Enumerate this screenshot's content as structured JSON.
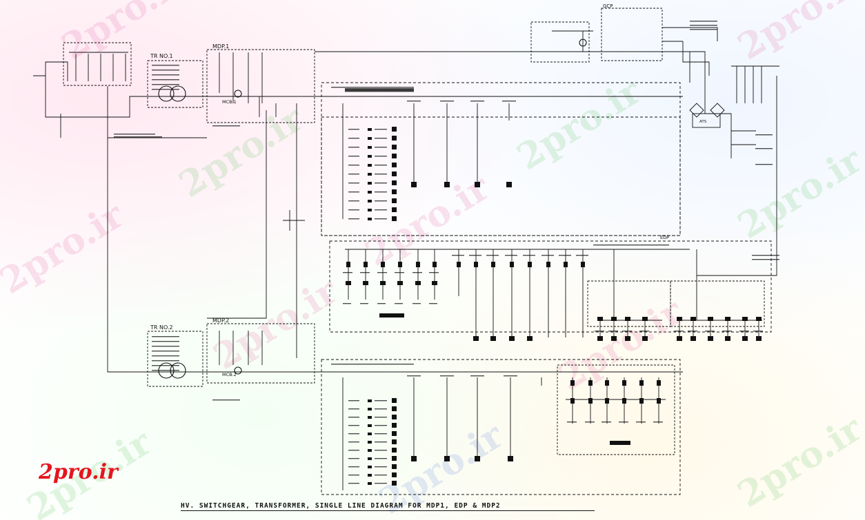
{
  "watermark": "2pro.ir",
  "brand_logo": "2pro.ir",
  "drawing_title": "HV. SWITCHGEAR, TRANSFORMER, SINGLE LINE DIAGRAM FOR MDP1, EDP & MDP2",
  "labels": {
    "tr1": "TR NO.1",
    "tr2": "TR NO.2",
    "mdp1": "MDP.1",
    "mdp2": "MDP.2",
    "mcb1": "MCB.1",
    "mcb2": "MCB.2",
    "edp": "EDP",
    "gcp": "GCP",
    "ats": "ATS"
  },
  "colors": {
    "line": "#111111",
    "watermark_pink": "#e0559b",
    "watermark_green": "#4fc04f",
    "brand": "#e4161e"
  }
}
